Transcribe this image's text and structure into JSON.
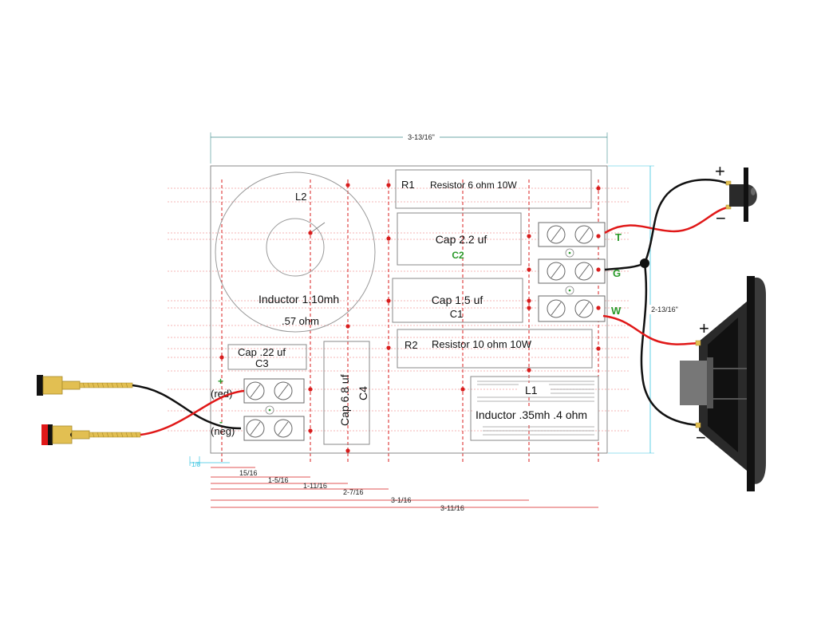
{
  "dimensions": {
    "overall_width": "3-13/16\"",
    "overall_height": "2-13/16\"",
    "offset_small": "1/8",
    "d1": "15/16",
    "d2": "1-5/16",
    "d3": "1-11/16",
    "d4": "2-7/16",
    "d5": "3-1/16",
    "d6": "3-11/16"
  },
  "components": {
    "l2_label": "L2",
    "l2_desc": "Inductor 1.10mh",
    "l2_ohm": ".57 ohm",
    "r1_id": "R1",
    "r1_desc": "Resistor 6 ohm  10W",
    "c2_desc": "Cap 2.2 uf",
    "c2_id": "C2",
    "c1_desc": "Cap 1.5 uf",
    "c1_id": "C1",
    "r2_id": "R2",
    "r2_desc": "Resistor 10 ohm  10W",
    "c3_desc": "Cap .22 uf",
    "c3_id": "C3",
    "c4_desc": "Cap 6.8 uf",
    "c4_id": "C4",
    "l1_id": "L1",
    "l1_desc": "Inductor .35mh  .4 ohm"
  },
  "terminals": {
    "t": "T",
    "g": "G",
    "w": "W",
    "in_plus": "+",
    "in_minus": "-",
    "in_red": "(red)",
    "in_neg": "(neg)"
  },
  "drivers": {
    "tweeter_plus": "+",
    "tweeter_minus": "−",
    "woofer_plus": "+",
    "woofer_minus": "−"
  },
  "colors": {
    "wire_red": "#e01818",
    "wire_black": "#111111",
    "dot_red": "#d81c1c",
    "gold": "#e2bf52",
    "terminal_green": "#2a9a2a",
    "dim_cyan": "#39c4e0"
  }
}
